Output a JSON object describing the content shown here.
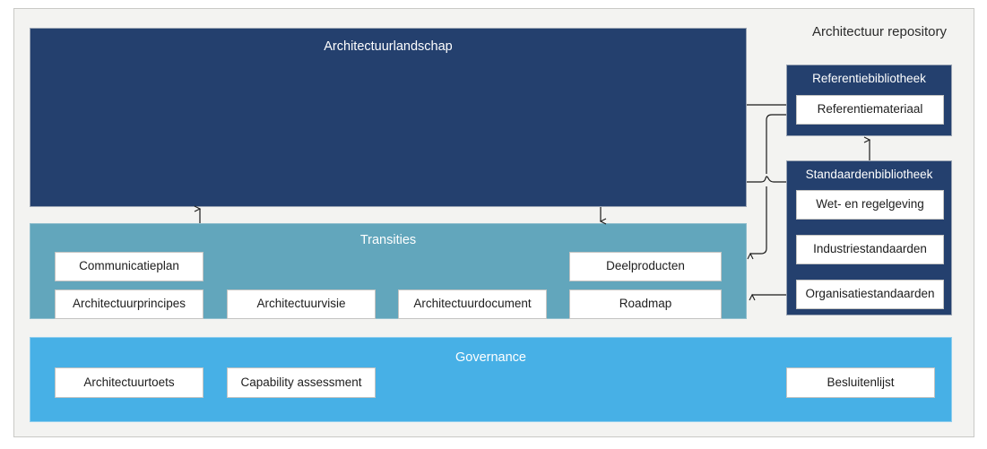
{
  "frame": {
    "title": "Architectuur repository"
  },
  "groups": {
    "landschap": {
      "title": "Architectuurlandschap",
      "color": "#24406e",
      "items": []
    },
    "transities": {
      "title": "Transities",
      "color": "#62a6bc",
      "items": [
        {
          "label": "Communicatieplan"
        },
        {
          "label": "Architectuurprincipes"
        },
        {
          "label": "Architectuurvisie"
        },
        {
          "label": "Architectuurdocument"
        },
        {
          "label": "Deelproducten"
        },
        {
          "label": "Roadmap"
        }
      ]
    },
    "governance": {
      "title": "Governance",
      "color": "#47b0e6",
      "items": [
        {
          "label": "Architectuurtoets"
        },
        {
          "label": "Capability assessment"
        },
        {
          "label": "Besluitenlijst"
        }
      ]
    },
    "referentie": {
      "title": "Referentiebibliotheek",
      "color": "#24406e",
      "items": [
        {
          "label": "Referentiemateriaal"
        }
      ]
    },
    "standaarden": {
      "title": "Standaardenbibliotheek",
      "color": "#24406e",
      "items": [
        {
          "label": "Wet- en regelgeving"
        },
        {
          "label": "Industriestandaarden"
        },
        {
          "label": "Organisatiestandaarden"
        }
      ]
    }
  },
  "connectors": [
    {
      "name": "transities-to-landschap",
      "direction": "up"
    },
    {
      "name": "landschap-to-transities",
      "direction": "down"
    },
    {
      "name": "standaarden-to-referentie",
      "direction": "up"
    },
    {
      "name": "landschap-to-referentiemateriaal",
      "direction": "right"
    },
    {
      "name": "landschap-to-standaarden",
      "direction": "right"
    },
    {
      "name": "referentiemateriaal-to-transities",
      "direction": "left"
    },
    {
      "name": "organisatiestandaarden-to-transities",
      "direction": "left"
    }
  ]
}
